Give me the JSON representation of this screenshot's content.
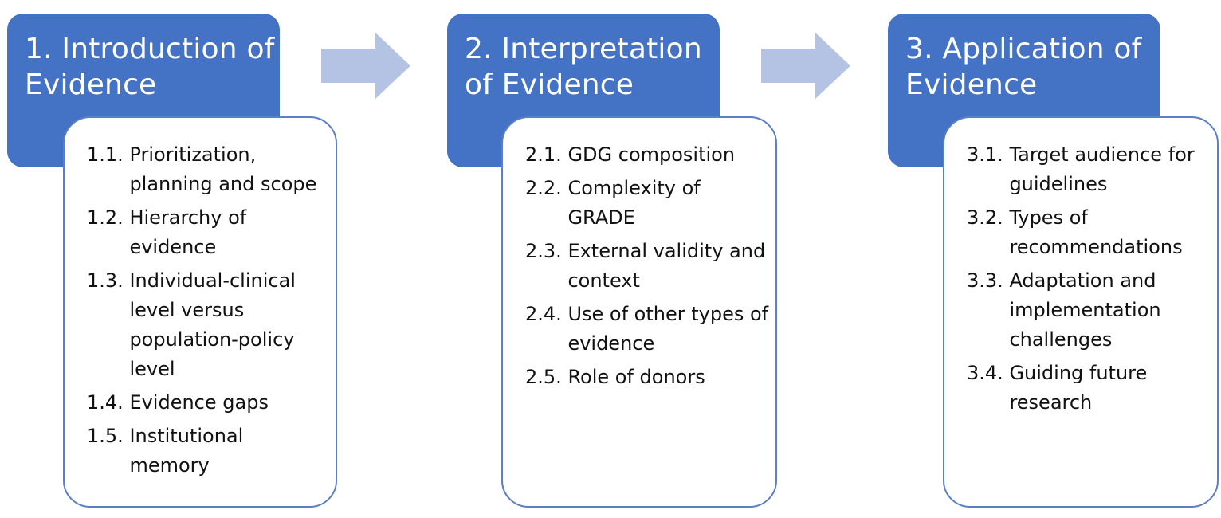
{
  "colors": {
    "phase_fill": "#4472c4",
    "phase_text": "#ffffff",
    "detail_border": "#5b7fc4",
    "arrow_fill": "#b4c3e3"
  },
  "phases": [
    {
      "title": "1. Introduction of Evidence",
      "items": [
        {
          "num": "1.1.",
          "text": "Prioritization, planning and scope"
        },
        {
          "num": "1.2.",
          "text": "Hierarchy of evidence"
        },
        {
          "num": "1.3.",
          "text": "Individual-clinical level versus population-policy level"
        },
        {
          "num": "1.4.",
          "text": "Evidence gaps"
        },
        {
          "num": "1.5.",
          "text": "Institutional memory"
        }
      ]
    },
    {
      "title": "2. Interpretation of Evidence",
      "items": [
        {
          "num": "2.1.",
          "text": "GDG composition"
        },
        {
          "num": "2.2.",
          "text": "Complexity of GRADE"
        },
        {
          "num": "2.3.",
          "text": "External validity and context"
        },
        {
          "num": "2.4.",
          "text": "Use of other types of evidence"
        },
        {
          "num": "2.5.",
          "text": "Role of donors"
        }
      ]
    },
    {
      "title": "3. Application of Evidence",
      "items": [
        {
          "num": "3.1.",
          "text": "Target audience for guidelines"
        },
        {
          "num": "3.2.",
          "text": "Types of recommendations"
        },
        {
          "num": "3.3.",
          "text": "Adaptation and implementation challenges"
        },
        {
          "num": "3.4.",
          "text": "Guiding future research"
        }
      ]
    }
  ]
}
